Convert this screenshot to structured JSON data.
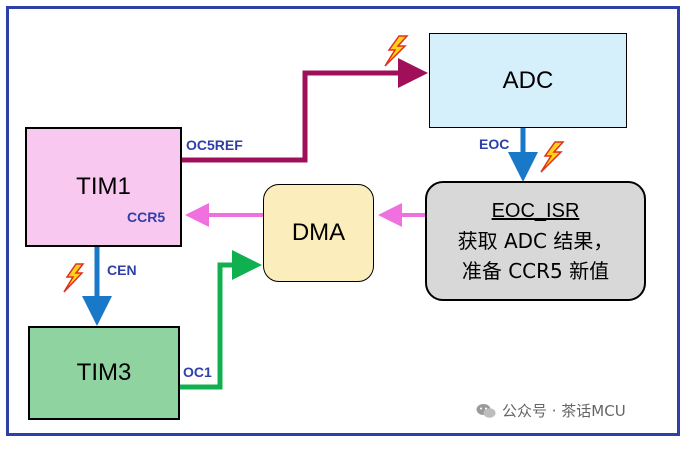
{
  "blocks": {
    "tim1": "TIM1",
    "tim3": "TIM3",
    "adc": "ADC",
    "dma": "DMA",
    "isr_title": "EOC_ISR",
    "isr_line1": "获取 ADC 结果，",
    "isr_line2": "准备 CCR5 新值"
  },
  "signals": {
    "oc5ref": "OC5REF",
    "ccr5": "CCR5",
    "cen": "CEN",
    "eoc": "EOC",
    "oc1": "OC1"
  },
  "watermark": "公众号 · 茶话MCU",
  "colors": {
    "frame": "#2e3fa8",
    "oc5ref_arrow": "#a0105a",
    "eoc_arrow": "#1a78c8",
    "cen_arrow": "#1a78c8",
    "dma_arrows": "#f070e0",
    "oc1_arrow": "#10b050",
    "label_text": "#2e3fa8"
  },
  "icons": [
    "lightning-icon",
    "wechat-icon"
  ]
}
